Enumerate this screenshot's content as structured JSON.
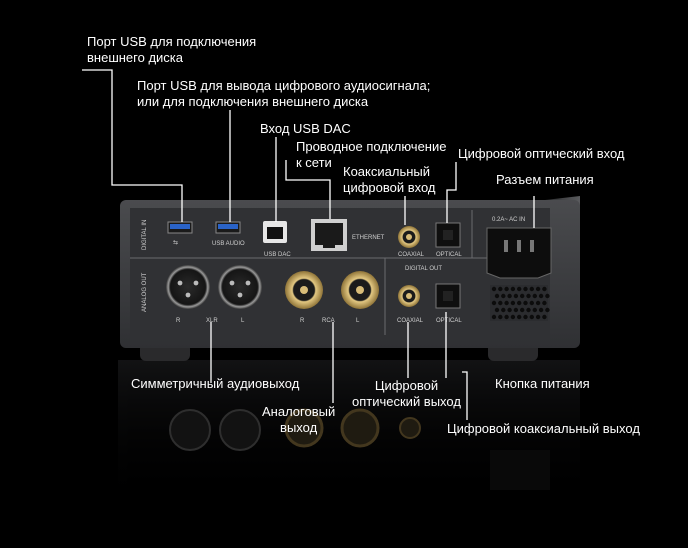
{
  "callouts": {
    "usb_disk": [
      "Порт USB для подключения",
      "внешнего диска"
    ],
    "usb_audio": [
      "Порт USB для вывода цифрового аудиосигнала;",
      "или для подключения внешнего диска"
    ],
    "usb_dac": "Вход USB DAC",
    "ethernet": [
      "Проводное подключение",
      "к сети"
    ],
    "coax_in": [
      "Коаксиальный",
      "цифровой вход"
    ],
    "optical_in": "Цифровой оптический вход",
    "power_socket": "Разъем питания",
    "xlr_out": "Симметричный аудиовыход",
    "analog_out": [
      "Аналоговый",
      "выход"
    ],
    "optical_out": [
      "Цифровой",
      "оптический выход"
    ],
    "power_button": "Кнопка питания",
    "coax_out": "Цифровой коаксиальный выход"
  },
  "panel_labels": {
    "digital_in": "DIGITAL IN",
    "usb_audio": "USB AUDIO",
    "usb_dac": "USB DAC",
    "ethernet": "ETHERNET",
    "coaxial_in": "COAXIAL",
    "optical_in": "OPTICAL",
    "power_rating": "0.2A~ AC IN",
    "analog_out": "ANALOG OUT",
    "digital_out": "DIGITAL OUT",
    "xlr_r": "R",
    "xlr": "XLR",
    "xlr_l": "L",
    "rca_r": "R",
    "rca": "RCA",
    "rca_l": "L",
    "coaxial_out": "COAXIAL",
    "optical_out": "OPTICAL"
  },
  "colors": {
    "background": "#000000",
    "chassis": "#3a3b3e",
    "connector_gold": "#c9a860",
    "usb_blue": "#2a63c8",
    "callout_line": "#ffffff",
    "text": "#ffffff"
  }
}
